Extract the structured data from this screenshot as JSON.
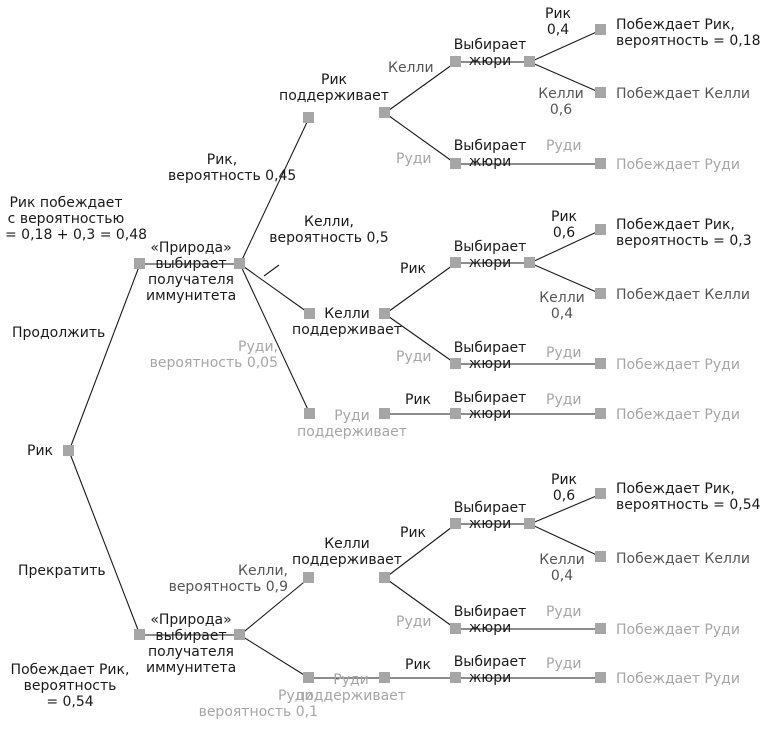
{
  "root": {
    "label": "Рик",
    "note": [
      "Рик побеждает",
      "с вероятностью",
      "= 0,18 + 0,3 = 0,48"
    ],
    "note_bottom": [
      "Побеждает Рик,",
      "вероятность",
      "= 0,54"
    ]
  },
  "options": {
    "continue": "Продолжить",
    "stop": "Прекратить"
  },
  "nature_node": [
    "«Природа»",
    "выбирает",
    "получателя",
    "иммунитета"
  ],
  "top": {
    "branch_rick": [
      "Рик,",
      "вероятность 0,45"
    ],
    "branch_kelly": [
      "Келли,",
      "вероятность 0,5"
    ],
    "branch_rudy": [
      "Руди,",
      "вероятность 0,05"
    ],
    "rick_supports": [
      "Рик",
      "поддерживает"
    ],
    "kelly_supports": [
      "Келли",
      "поддерживает"
    ],
    "rudy_supports": [
      "Руди",
      "поддерживает"
    ],
    "edge_kelly": "Келли",
    "edge_rudy": "Руди",
    "edge_rick": "Рик",
    "jury": [
      "Выбирает",
      "жюри"
    ],
    "edge_rick_06": [
      "Рик",
      "0,6"
    ],
    "edge_rick_04": [
      "Рик",
      "0,4"
    ],
    "edge_kelly_06": [
      "Келли",
      "0,6"
    ],
    "edge_kelly_04": [
      "Келли",
      "0,4"
    ],
    "wins_rick_018": [
      "Побеждает Рик,",
      "вероятность = 0,18"
    ],
    "wins_rick_03": [
      "Побеждает Рик,",
      "вероятность = 0,3"
    ],
    "wins_kelly": "Побеждает Келли",
    "wins_rudy": "Побеждает Руди"
  },
  "bottom": {
    "branch_kelly": [
      "Келли,",
      "вероятность 0,9"
    ],
    "branch_rudy": [
      "Руди,",
      "вероятность 0,1"
    ],
    "kelly_supports": [
      "Келли",
      "поддерживает"
    ],
    "rudy_supports": [
      "Руди",
      "поддерживает"
    ],
    "wins_rick_054": [
      "Побеждает Рик,",
      "вероятность = 0,54"
    ]
  },
  "colors": {
    "line": "#1a1a1a",
    "node": "#a6a6a6",
    "muted_text": "#a6a6a6"
  }
}
